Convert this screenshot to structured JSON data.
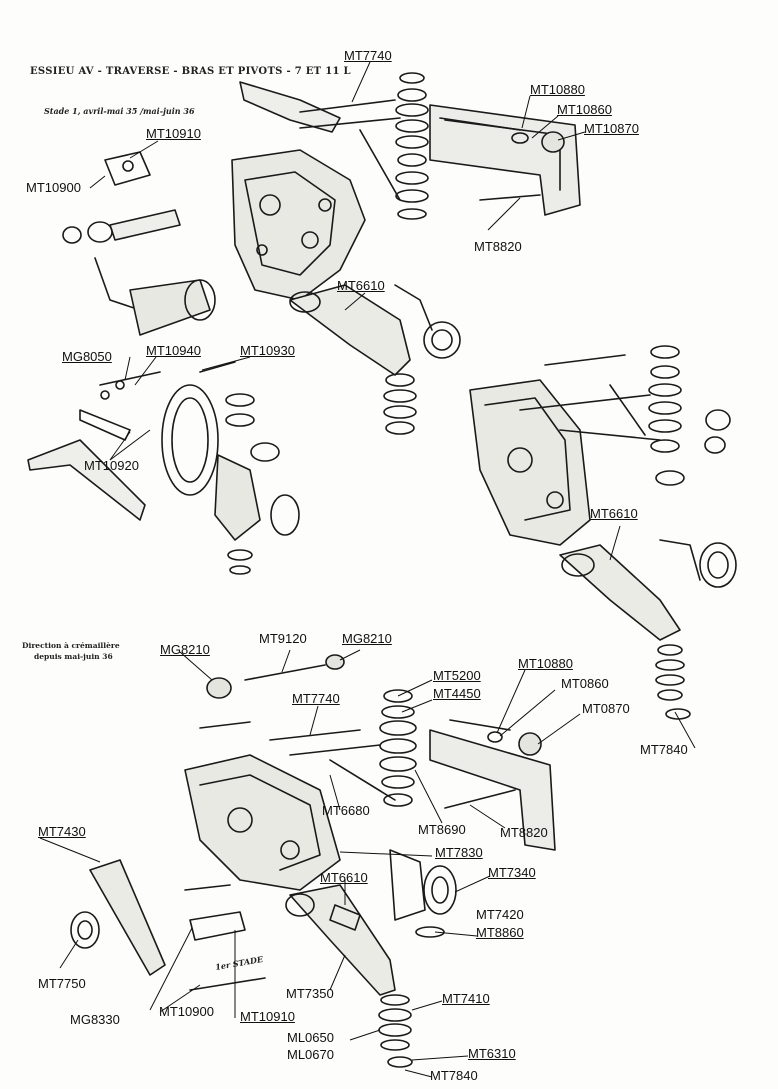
{
  "header": {
    "title": "ESSIEU AV - TRAVERSE - BRAS ET PIVOTS - 7 ET 11 L",
    "stage1": "Stade 1, avril-mai 35 /mai-juin 36",
    "rack_line1": "Direction à crémaillère",
    "rack_line2": "depuis mai-juin 36",
    "stage1_mark": "1er STADE"
  },
  "labels": {
    "mt7740_a": "MT7740",
    "mt10880_a": "MT10880",
    "mt10860_a": "MT10860",
    "mt10870_a": "MT10870",
    "mt10910_a": "MT10910",
    "mt10900_a": "MT10900",
    "mt8820_a": "MT8820",
    "mt6610_a": "MT6610",
    "mg8050": "MG8050",
    "mt10940": "MT10940",
    "mt10930": "MT10930",
    "mt10920": "MT10920",
    "mt6610_b": "MT6610",
    "mg8210_a": "MG8210",
    "mt9120": "MT9120",
    "mg8210_b": "MG8210",
    "mt5200": "MT5200",
    "mt10880_b": "MT10880",
    "mt4450": "MT4450",
    "mt0860": "MT0860",
    "mt7740_b": "MT7740",
    "mt0870": "MT0870",
    "mt7840_a": "MT7840",
    "mt6680": "MT6680",
    "mt8690": "MT8690",
    "mt8820_b": "MT8820",
    "mt7430": "MT7430",
    "mt7830": "MT7830",
    "mt6610_c": "MT6610",
    "mt7340": "MT7340",
    "mt7420": "MT7420",
    "mt8860": "MT8860",
    "mt7750": "MT7750",
    "mt7350": "MT7350",
    "mt7410": "MT7410",
    "mg8330": "MG8330",
    "mt10900_b": "MT10900",
    "mt10910_b": "MT10910",
    "ml0650": "ML0650",
    "ml0670": "ML0670",
    "mt6310": "MT6310",
    "mt7840_b": "MT7840"
  },
  "colors": {
    "ink": "#1a1a1a",
    "paper": "#fdfdfb"
  }
}
